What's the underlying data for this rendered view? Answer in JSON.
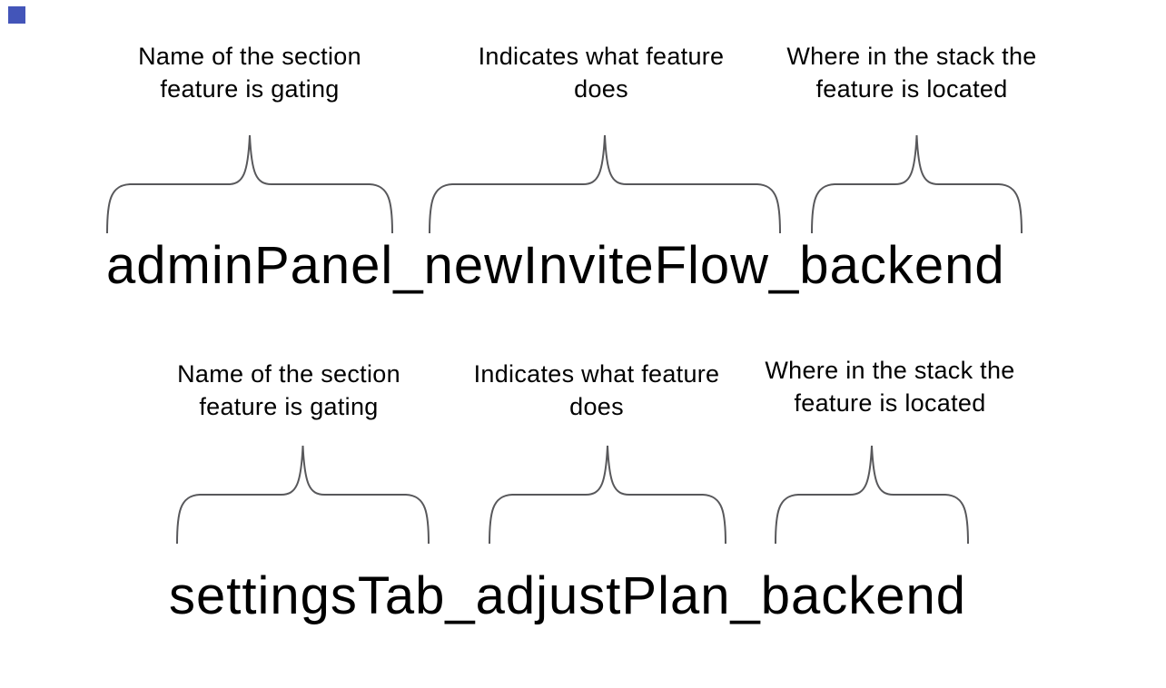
{
  "colors": {
    "background": "#ffffff",
    "text": "#000000",
    "brace": "#58585b",
    "marker_blue": "#4355b9"
  },
  "groups": [
    {
      "flag_name": "adminPanel_newInviteFlow_backend",
      "annotations": [
        {
          "line1": "Name of the section",
          "line2": "feature is gating"
        },
        {
          "line1": "Indicates what feature",
          "line2": "does"
        },
        {
          "line1": "Where in the stack the",
          "line2": "feature is located"
        }
      ]
    },
    {
      "flag_name": "settingsTab_adjustPlan_backend",
      "annotations": [
        {
          "line1": "Name of the section",
          "line2": "feature is gating"
        },
        {
          "line1": "Indicates what feature",
          "line2": "does"
        },
        {
          "line1": "Where in the stack the",
          "line2": "feature is located"
        }
      ]
    }
  ]
}
